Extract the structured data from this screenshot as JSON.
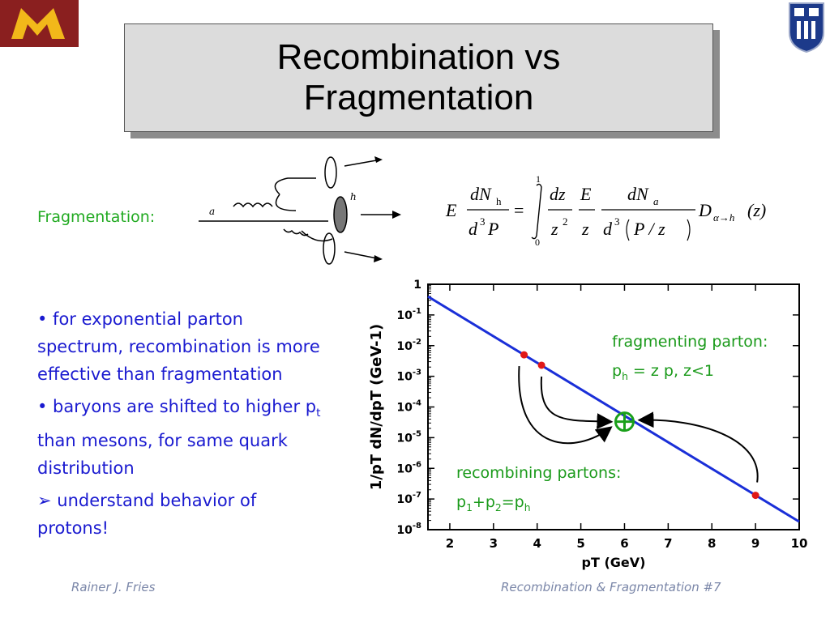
{
  "title_line1": "Recombination vs",
  "title_line2": "Fragmentation",
  "fragmentation_label": "Fragmentation:",
  "diagram": {
    "parton_label": "a",
    "hadron_label": "h"
  },
  "formula": {
    "lhs_E": "E",
    "lhs_num": "dN",
    "lhs_num_sub": "h",
    "lhs_den": "d",
    "lhs_den_sup": "3",
    "lhs_den_var": "P",
    "equals": "=",
    "int_upper": "1",
    "int_lower": "0",
    "f1_num": "dz",
    "f1_den": "z",
    "f1_den_sup": "2",
    "f2_num": "E",
    "f2_den": "z",
    "f3_num": "dN",
    "f3_num_sub": "a",
    "f3_den_d": "d",
    "f3_den_sup": "3",
    "f3_den_arg": "P / z",
    "D": "D",
    "D_sub": "α→h",
    "D_arg": "(z)"
  },
  "bullets": {
    "b1": "• for exponential parton spectrum, recombination is more effective than fragmentation",
    "b2_pre": "• baryons are shifted to higher p",
    "b2_sub": "t",
    "b2_post": " than mesons, for same quark distribution",
    "b3_marker": "➢",
    "b3": " understand behavior of protons!"
  },
  "annotations": {
    "fragmenting_title": "fragmenting parton:",
    "frag_p": "p",
    "frag_sub": "h",
    "frag_rest": " = z p, z<1",
    "recomb_title": "recombining partons:",
    "r_p1": "p",
    "r_s1": "1",
    "r_p2": "+p",
    "r_s2": "2",
    "r_p3": "=p",
    "r_s3": "h"
  },
  "footer": {
    "author": "Rainer J. Fries",
    "title": "Recombination & Fragmentation  #7"
  },
  "colors": {
    "line": "#1a2fd8",
    "points": "#e01818",
    "annotation": "#1a9a1a",
    "text": "#1a1ad0"
  },
  "chart_data": {
    "type": "line",
    "xlabel": "pT (GeV)",
    "ylabel": "1/pT dN/dpT (GeV-1)",
    "xlim": [
      1.5,
      10
    ],
    "ylim": [
      -8,
      0
    ],
    "yscale": "log",
    "x_ticks": [
      "2",
      "3",
      "4",
      "5",
      "6",
      "7",
      "8",
      "9",
      "10"
    ],
    "y_ticks": [
      "1",
      "10-1",
      "10-2",
      "10-3",
      "10-4",
      "10-5",
      "10-6",
      "10-7",
      "10-8"
    ],
    "series": [
      {
        "x": [
          1.5,
          10
        ],
        "log10_y": [
          -0.4,
          -7.74
        ]
      }
    ],
    "points": [
      {
        "x": 3.7,
        "log10_y": -2.3
      },
      {
        "x": 4.1,
        "log10_y": -2.64
      },
      {
        "x": 9.0,
        "log10_y": -6.88
      }
    ],
    "target": {
      "x": 6.0,
      "log10_y": -4.48
    }
  }
}
